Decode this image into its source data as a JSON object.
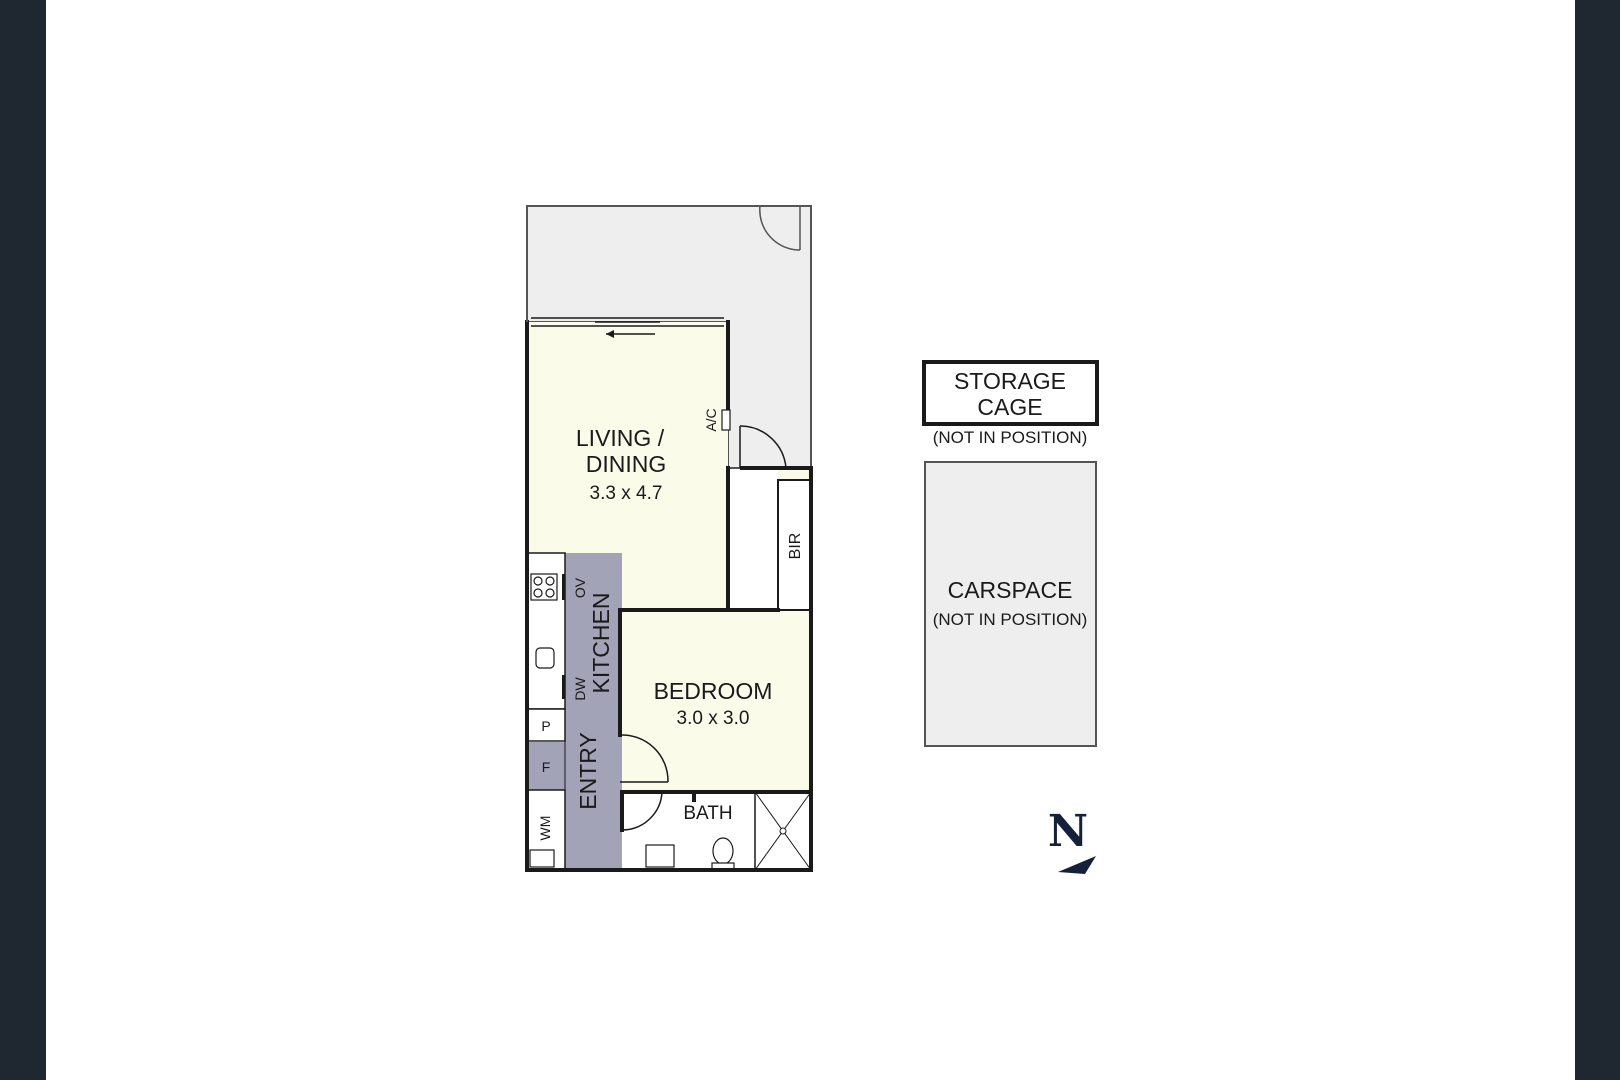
{
  "plan": {
    "living": {
      "name_line1": "LIVING /",
      "name_line2": "DINING",
      "dims": "3.3 x 4.7"
    },
    "bedroom": {
      "name": "BEDROOM",
      "dims": "3.0 x 3.0"
    },
    "kitchen": {
      "name": "KITCHEN"
    },
    "entry": {
      "name": "ENTRY"
    },
    "bath": {
      "name": "BATH"
    },
    "bir": {
      "name": "BIR"
    },
    "ac": {
      "name": "A/C"
    },
    "ov": {
      "name": "OV"
    },
    "dw": {
      "name": "DW"
    },
    "pantry": {
      "name": "P"
    },
    "fridge": {
      "name": "F"
    },
    "wm": {
      "name": "WM"
    }
  },
  "storage": {
    "line1": "STORAGE",
    "line2": "CAGE",
    "note": "(NOT IN POSITION)"
  },
  "carspace": {
    "name": "CARSPACE",
    "note": "(NOT IN POSITION)"
  },
  "compass": {
    "label": "N"
  },
  "colors": {
    "background": "#1f2830",
    "panel": "#ffffff",
    "living_fill": "#fbfbea",
    "bedroom_fill": "#fbfbea",
    "entry_fill": "#a3a3b8",
    "outdoor_fill": "#eeeeee",
    "wall": "#1a1a1a"
  }
}
